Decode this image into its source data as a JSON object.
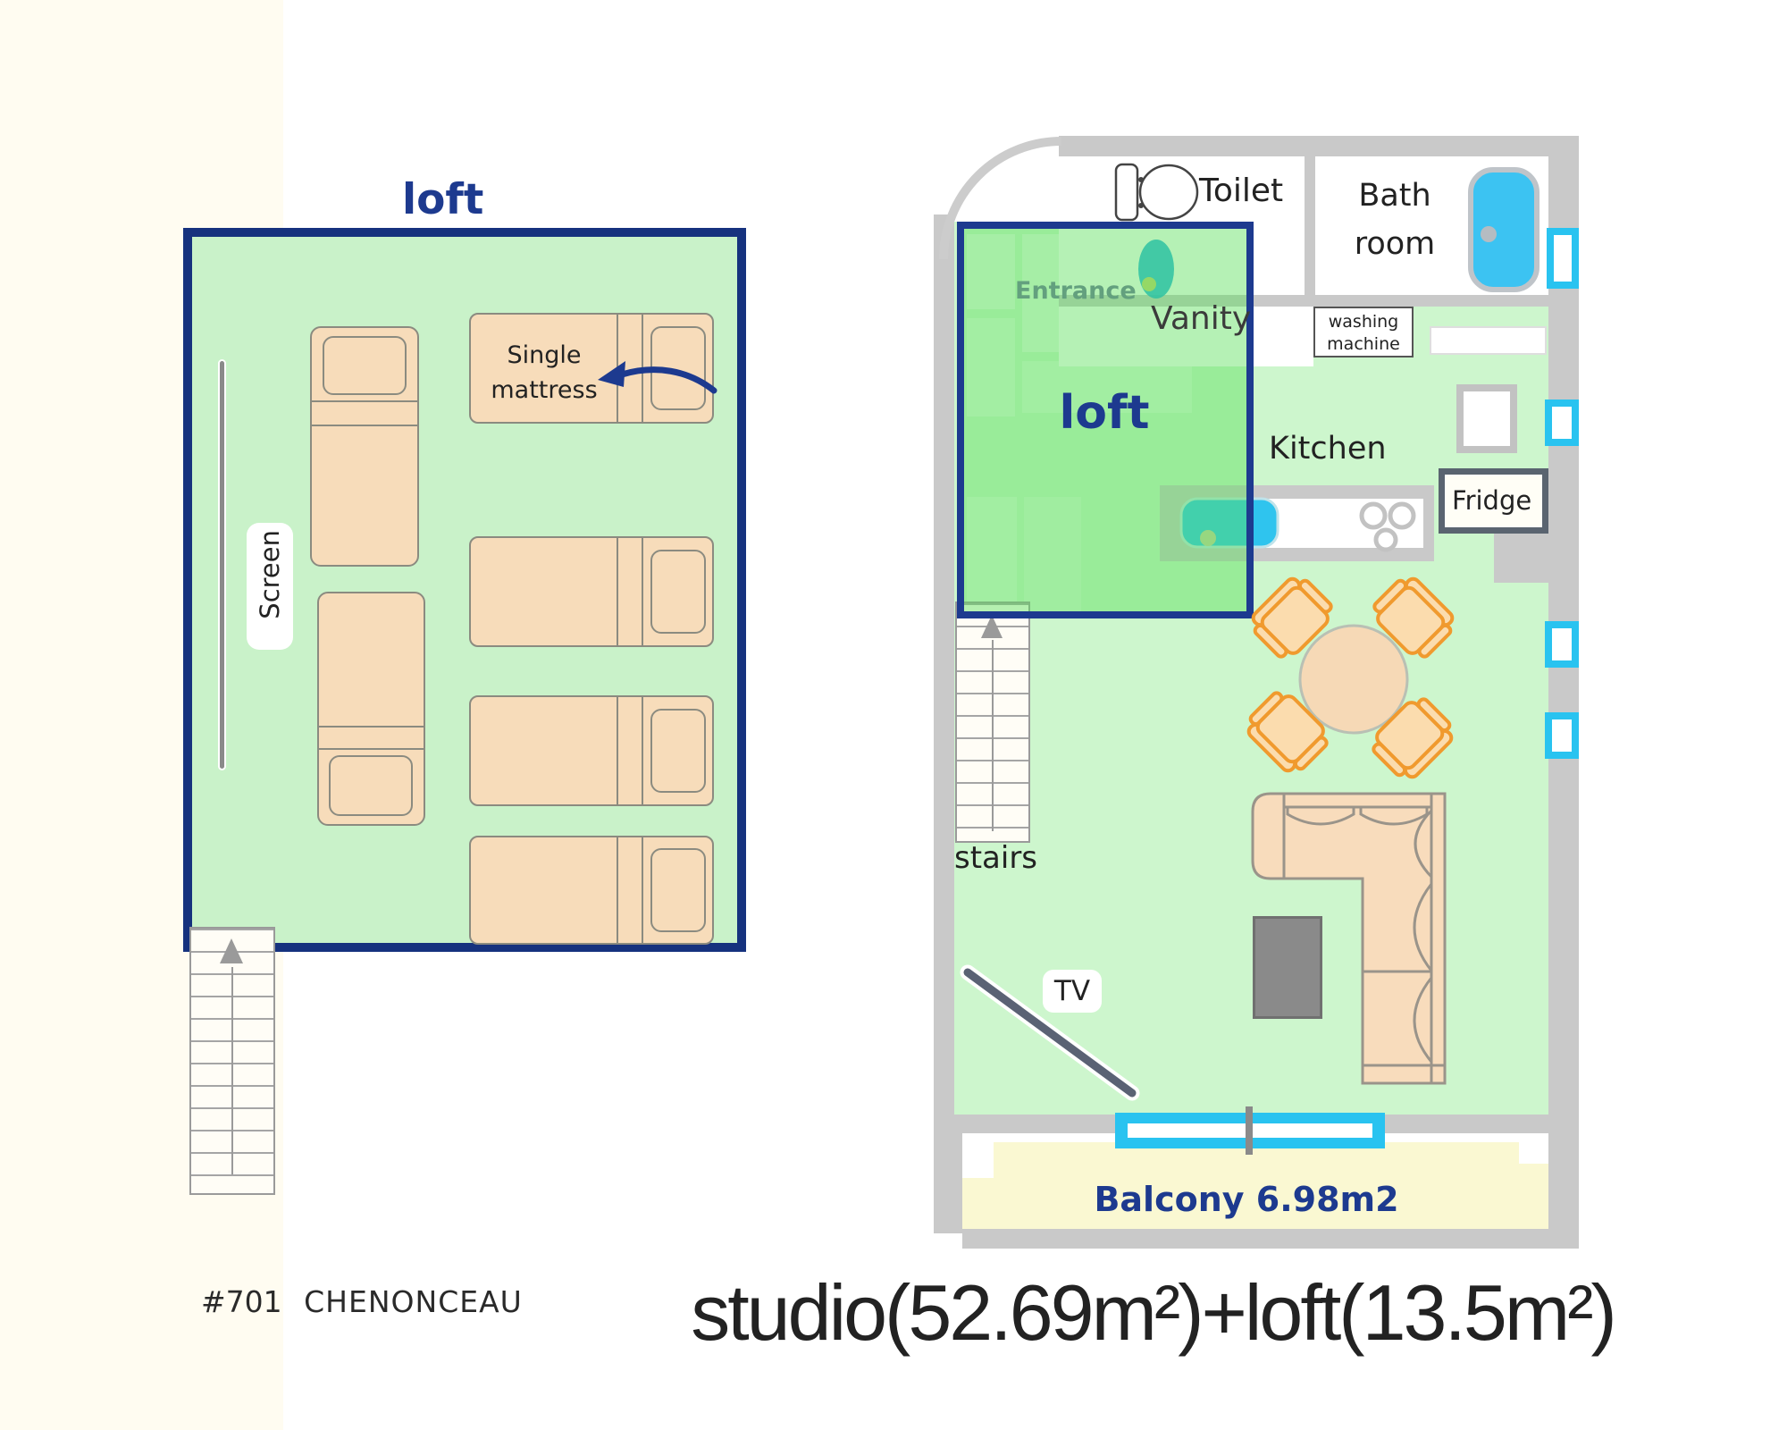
{
  "palette": {
    "navy": "#1d3a8f",
    "wall_gray": "#c9c9c9",
    "floor_green": "#cdf6cd",
    "loft_green": "#c9f2c9",
    "overlay_border": "#1d3a8f",
    "window_cyan": "#29c3f0",
    "bathtub_blue": "#3cc3f2",
    "balcony_yellow": "#faf8d2",
    "furniture_peach": "#f7dcba",
    "chair_orange": "#f09a2e",
    "cream_strip": "#fffcf1"
  },
  "loft_detail": {
    "title": "loft",
    "screen_label": "Screen",
    "mattress_line1": "Single",
    "mattress_line2": "mattress"
  },
  "plan": {
    "toilet_label": "Toilet",
    "bath_line1": "Bath",
    "bath_line2": "room",
    "vanity_label": "Vanity",
    "washing_line1": "washing",
    "washing_line2": "machine",
    "entrance_label": "Entrance",
    "loft_overlay_label": "loft",
    "kitchen_label": "Kitchen",
    "fridge_label": "Fridge",
    "stairs_label": "stairs",
    "tv_label": "TV",
    "balcony_label": "Balcony 6.98m2"
  },
  "footer": {
    "unit_number": "#701",
    "unit_name": "CHENONCEAU",
    "area_summary": "studio(52.69m²)+loft(13.5m²)"
  }
}
